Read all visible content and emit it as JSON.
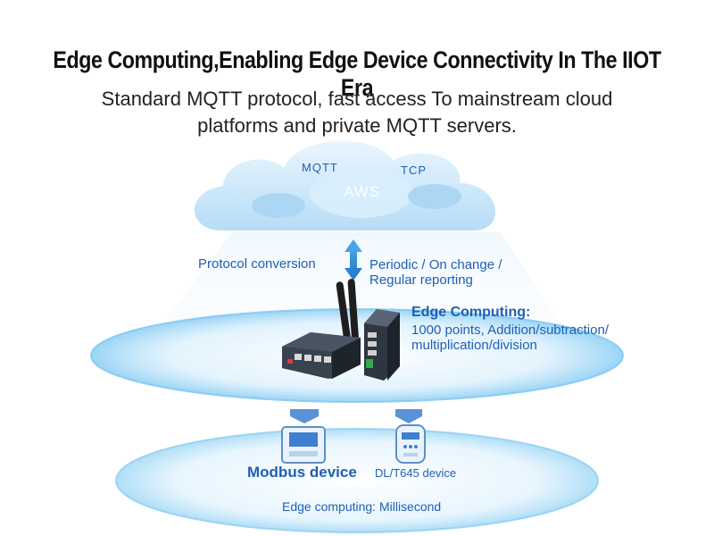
{
  "header": {
    "title": "Edge Computing,Enabling Edge Device Connectivity In The IIOT Era",
    "subtitle_line1": "Standard MQTT protocol, fast access To mainstream cloud",
    "subtitle_line2": "platforms and private MQTT servers."
  },
  "cloud": {
    "label_mqtt": "MQTT",
    "label_aws": "AWS",
    "label_tcp": "TCP"
  },
  "middle": {
    "protocol_conversion": "Protocol conversion",
    "reporting_line1": "Periodic / On change /",
    "reporting_line2": "Regular reporting",
    "edge_title": "Edge Computing:",
    "edge_line1": "1000 points, Addition/subtraction/",
    "edge_line2": "multiplication/division"
  },
  "bottom": {
    "modbus_device": "Modbus device",
    "dlt_device": "DL/T645 device",
    "edge_ms": "Edge computing: Millisecond"
  },
  "colors": {
    "accent": "#1f5fb4",
    "cloud": "#bfe0f7",
    "ring": "#9fd4f3"
  }
}
